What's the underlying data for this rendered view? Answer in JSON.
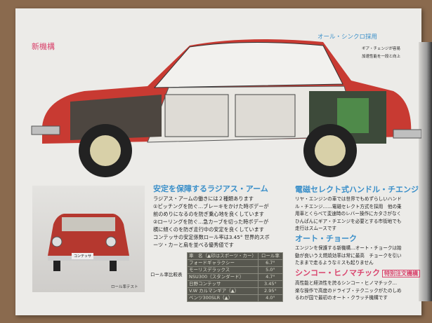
{
  "top_label": "新機構",
  "sync": {
    "title": "オール・シンクロ採用",
    "lines": [
      "ギア・チェンジが容易",
      "加速性能を一段と向上"
    ]
  },
  "radius_arm": {
    "title": "安定を保障するラジアス・アーム",
    "lines": [
      "ラジアス・アームの働きには２種類あります",
      "①ピッチングを防ぐ…ブレーキをかけた時ボデーが",
      "前のめりになるのを防ぎ乗心地を良くしています",
      "②ローリングを防ぐ…急カーブを切った時ボデーが",
      "横に傾くのを防ぎ走行中の安定を良くしています",
      "コンテッサの安定係数ロール率は3.45° 世界的スボ",
      "ーツ・カーと肩を並べる優秀値です"
    ]
  },
  "table": {
    "caption": "ロール率比較表",
    "headers": [
      "車　名（▲印はスポーツ・カー）",
      "ロール率"
    ],
    "rows": [
      [
        "フォードギャラクシー",
        "6.7°"
      ],
      [
        "モーリスデラックス",
        "5.0°"
      ],
      [
        "NSU300（スタンダード）",
        "4.7°"
      ],
      [
        "日野コンテッサ",
        "3.45°"
      ],
      [
        "V.W カルマンギア（▲）",
        "2.95°"
      ],
      [
        "ベンツ300SLR（▲）",
        "4.0°"
      ]
    ]
  },
  "photo_caption": "ロール率テスト",
  "plate": "コンテッサ",
  "handle_change": {
    "title": "電磁セレクト式ハンドル・チエンジ",
    "lines": [
      "リヤ・エンジンの車では世界でもめずらしいハンド",
      "ル・チエンジ……電磁セレクト方式を採用　他の乗",
      "用車とくらべて変速時のレバー操作にカタさがなく",
      "ひんぱんにギア・チエンジを必要とする市街地でも",
      "走行はスムースです"
    ]
  },
  "auto_choke": {
    "title": "オート・チョーク",
    "lines": [
      "エンジンを保護する新機構…オート・チョークは始",
      "動が良いうえ燃焼効率は常に最高　チョークを引い",
      "たままで走るようなミスも起りません"
    ]
  },
  "hinomatic": {
    "title": "シンコー・ヒノマチック",
    "badge": "特別注文機構",
    "lines": [
      "高性能と経済性を誇るシンコー・ヒノマチック…",
      "楽な操作で高度のドライブ・テクニックがたのしめ",
      "るわが国で最初のオート・クラッチ機構です"
    ]
  },
  "colors": {
    "page": "#ecebe8",
    "accent_pink": "#d9436c",
    "accent_blue": "#3a8fc9",
    "car_red": "#c83a32"
  }
}
